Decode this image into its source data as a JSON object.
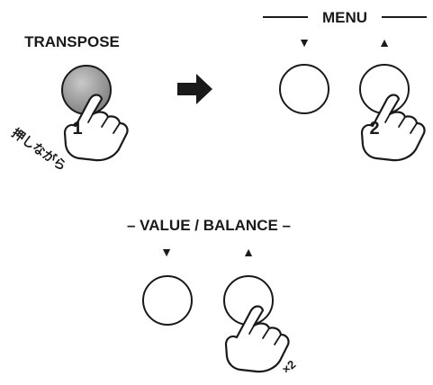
{
  "labels": {
    "transpose": "TRANSPOSE",
    "menu": "MENU",
    "value_balance": "– VALUE / BALANCE –",
    "hold_while": "押しながら",
    "times": "×2"
  },
  "arrows": {
    "menu_down": "▼",
    "menu_up": "▲",
    "value_down": "▼",
    "value_up": "▲"
  },
  "steps": {
    "step1": "1",
    "step2": "2"
  },
  "colors": {
    "pressed_button": "#9a9a9a",
    "button_outline": "#1a1a1a",
    "text": "#1a1a1a"
  }
}
